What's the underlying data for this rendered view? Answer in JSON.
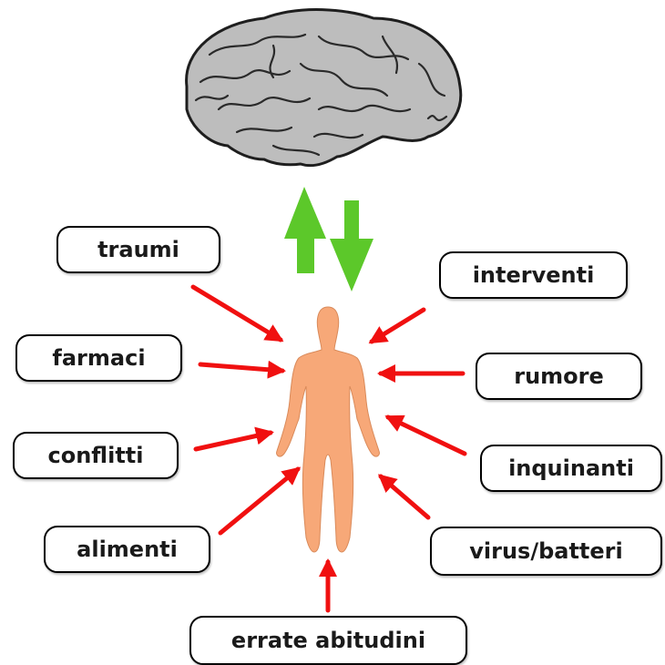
{
  "factors": {
    "traumi": "traumi",
    "farmaci": "farmaci",
    "conflitti": "conflitti",
    "alimenti": "alimenti",
    "interventi": "interventi",
    "rumore": "rumore",
    "inquinanti": "inquinanti",
    "virus_batteri": "virus/batteri",
    "errate_abitudini": "errate abitudini"
  },
  "colors": {
    "arrow_red": "#f01010",
    "arrow_green": "#5cc82a",
    "body_skin": "#f7a878",
    "brain_gray": "#b9b9b9"
  },
  "icons": {
    "brain": "brain-icon",
    "body": "human-body-icon"
  }
}
